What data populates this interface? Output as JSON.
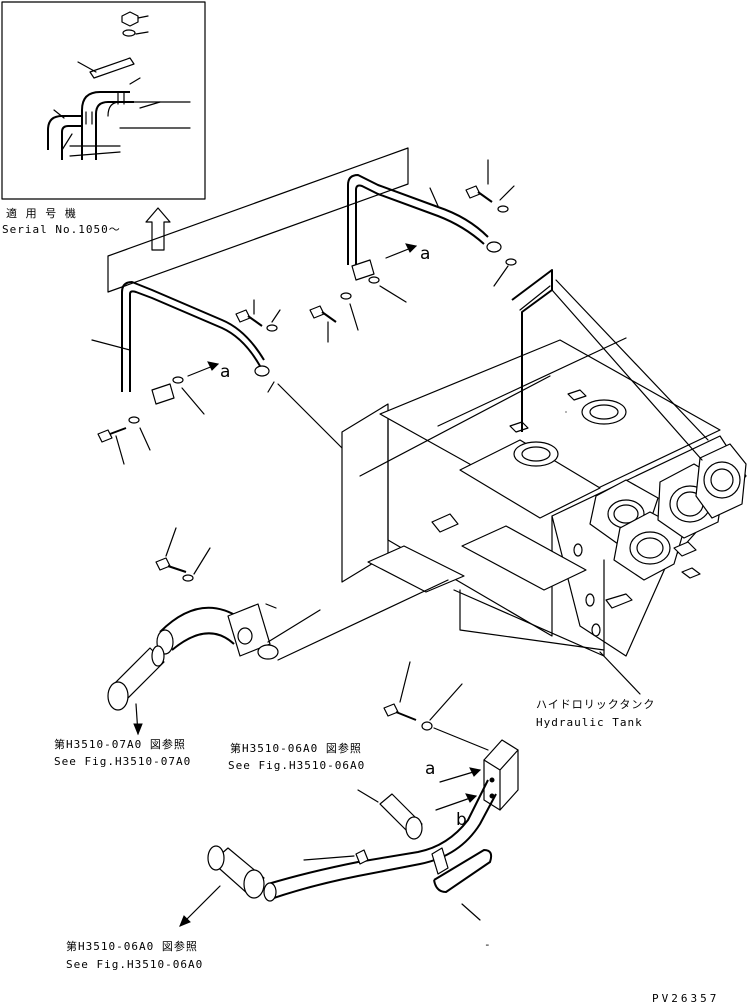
{
  "inset": {
    "serial_jp": "適 用 号 機",
    "serial_en": "Serial No.1050～"
  },
  "callouts": {
    "a_upper": "a",
    "a_left": "a",
    "a_lower": "a",
    "b_lower": "b"
  },
  "tank": {
    "name_jp": "ハイドロリックタンク",
    "name_en": "Hydraulic Tank"
  },
  "refs": {
    "ref1_jp": "第H3510-07A0 図参照",
    "ref1_en": "See Fig.H3510-07A0",
    "ref2_jp": "第H3510-06A0 図参照",
    "ref2_en": "See Fig.H3510-06A0",
    "ref3_jp": "第H3510-06A0 図参照",
    "ref3_en": "See Fig.H3510-06A0"
  },
  "drawing_number": "PV26357",
  "stray_mark": "-"
}
